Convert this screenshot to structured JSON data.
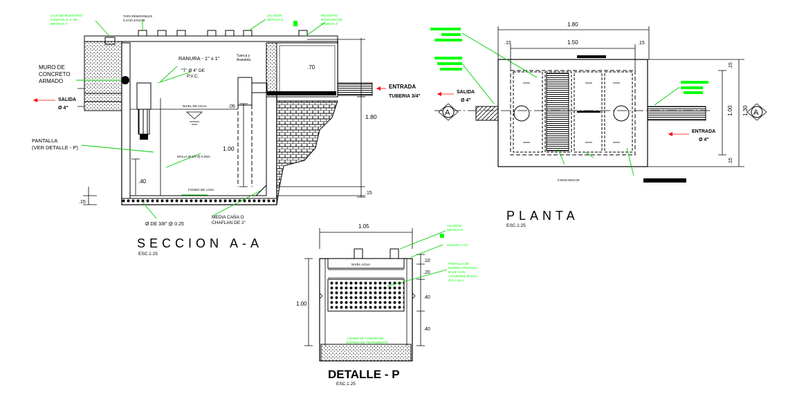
{
  "colors": {
    "annotation_green": "#00ff00",
    "leader_green": "#00cc00",
    "ink": "#000000",
    "background": "#ffffff",
    "arrow_red": "#ff0000"
  },
  "seccion": {
    "title": "SECCION A-A",
    "scale": "ESC.1:25",
    "green_caja": [
      "CAJA DE MUESTREO",
      "0.50x0.50 m. F. DE",
      "BRONCE 2\""
    ],
    "green_tapa": [
      "TAPA REMOVIBLES",
      "0.47x0.47x0.05"
    ],
    "green_jalador": [
      "JALADOR",
      "METALICO"
    ],
    "green_registro": [
      "REGISTRO",
      "ROSCADO DE",
      "BRONCE 2\""
    ],
    "muro": [
      "MURO DE",
      "CONCRETO",
      "ARMADO"
    ],
    "ranura": "RANURA - 1\" x 1\"",
    "tee": [
      "\"T\" Ø 4\" DE",
      "P.V.C."
    ],
    "tuerca": [
      "Tuerca y",
      "Arandela"
    ],
    "entrada": "ENTRADA",
    "tuberia": "TUBERIA 3/4\"",
    "salida": "SALIDA",
    "salida_dia": "Ø 4\"",
    "nivel": "NIVEL DE AGUA",
    "pantalla": [
      "PANTALLA",
      "(VER DETALLE - P)"
    ],
    "malla": "MALLA Ø 1/4\"@ 0.25m",
    "fondo": "FONDO DE LOSA",
    "acero": "Ø DE 3/8\" @ 0.25",
    "media": [
      "MEDIA CAÑA O",
      "CHAFLAN DE 2\""
    ],
    "dims": {
      "d070": ".70",
      "d180": "1.80",
      "d100": "1.00",
      "d040": ".40",
      "d005": ".05",
      "d015a": ".15",
      "d015b": ".15"
    }
  },
  "planta": {
    "title": "PLANTA",
    "scale": "ESC.1:25",
    "salida": "SALIDA",
    "salida_dia": "Ø 4\"",
    "entrada": "ENTRADA",
    "entrada_dia": "Ø 4\"",
    "section_mark": "A",
    "tapa_label": "0.60x0.60x0.05",
    "dims": {
      "overall_w": "1.80",
      "inner_w": "1.50",
      "side_l": ".15",
      "side_r": ".15",
      "overall_h": "1.30",
      "inner_h": "1.00",
      "top": ".15",
      "bottom": ".15"
    }
  },
  "detalle": {
    "title": "DETALLE - P",
    "scale": "ESC.1:25",
    "green_jalador": [
      "JALADOR",
      "METALICO"
    ],
    "green_ranura": "RANURA 1\"x1\"",
    "green_pantalla": [
      "PANTALLA DE",
      "MADERA TRATADA,",
      "Ø 3/4\" CON",
      "AGUJEROS Ø 5mm.",
      "@ 5 x 5cm."
    ],
    "fondo": [
      "FONDO DE CAMARA DE",
      "SISTEMA DE TRATAMIENTO"
    ],
    "nivel": "NIVEL AGUA",
    "dims": {
      "width": "1.05",
      "height": "1.00",
      "d10": ".10",
      "d20": ".20",
      "d40a": ".40",
      "d40b": ".40"
    }
  }
}
